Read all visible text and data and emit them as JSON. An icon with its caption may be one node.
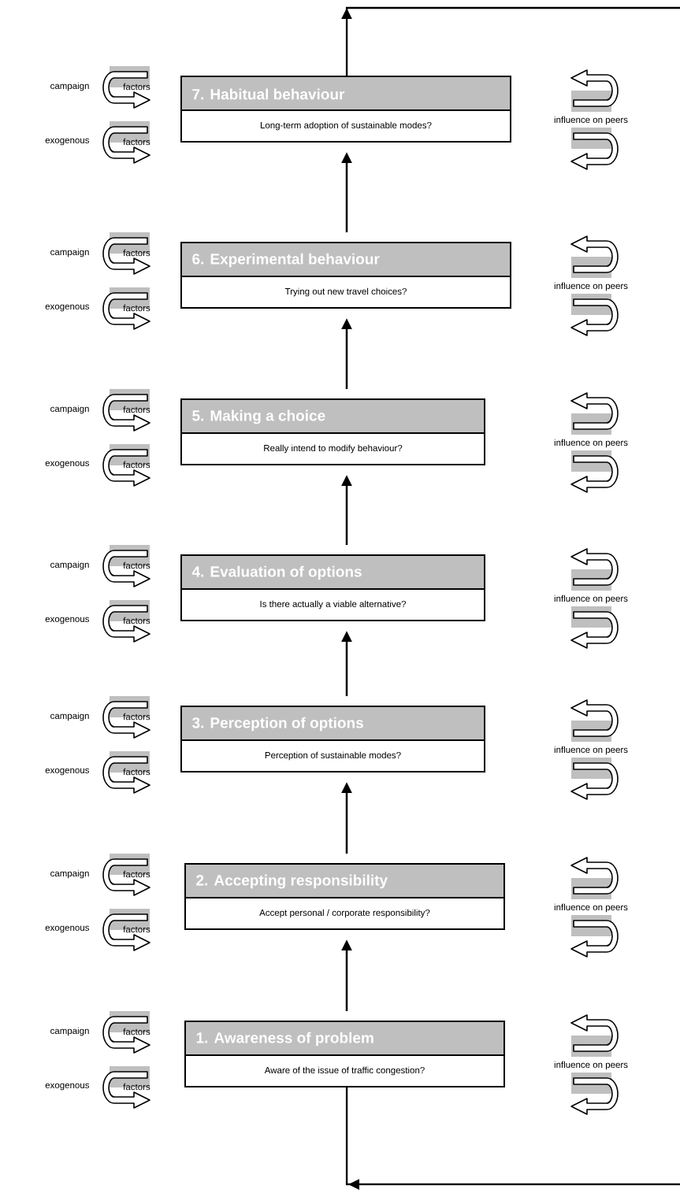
{
  "diagram": {
    "nodes": [
      {
        "text": [
          "7. Habitual behaviour",
          "Long-term adoption of sustainable modes?"
        ]
      },
      {
        "text": [
          "6. Experimental behaviour",
          "Trying out new travel choices?"
        ]
      },
      {
        "text": [
          "5. Making a choice",
          "Really intend to modify behaviour?"
        ]
      },
      {
        "text": [
          "4. Evaluation of options",
          "Is there actually a viable alternative?"
        ]
      },
      {
        "text": [
          "3. Perception of options",
          "Perception of sustainable modes?"
        ]
      },
      {
        "text": [
          "2. Accepting responsibility",
          "Accept personal / corporate responsibility?"
        ]
      },
      {
        "text": [
          "1. Awareness of problem",
          "Aware of the issue of traffic congestion?"
        ]
      }
    ],
    "edges": [
      {
        "from": 6,
        "to": 5,
        "arrow": "to"
      },
      {
        "from": 5,
        "to": 4,
        "arrow": "to"
      },
      {
        "from": 4,
        "to": 3,
        "arrow": "to"
      },
      {
        "from": 3,
        "to": 2,
        "arrow": "to"
      },
      {
        "from": 2,
        "to": 1,
        "arrow": "to"
      },
      {
        "from": 1,
        "to": 0,
        "arrow": "to"
      },
      {
        "from": 0,
        "to": 6,
        "arrow": "to"
      }
    ],
    "labels": [
      "campaign",
      "factors",
      "influence on peers",
      "exogenous",
      "factors",
      "campaign",
      "factors",
      "influence on peers",
      "exogenous",
      "factors",
      "campaign",
      "factors",
      "influence on peers",
      "exogenous",
      "factors",
      "campaign",
      "factors",
      "influence on peers",
      "exogenous",
      "factors",
      "campaign",
      "factors",
      "influence on peers",
      "exogenous",
      "factors",
      "campaign",
      "factors",
      "influence on peers",
      "exogenous",
      "factors",
      "campaign",
      "factors",
      "influence on peers",
      "exogenous",
      "factors"
    ]
  }
}
